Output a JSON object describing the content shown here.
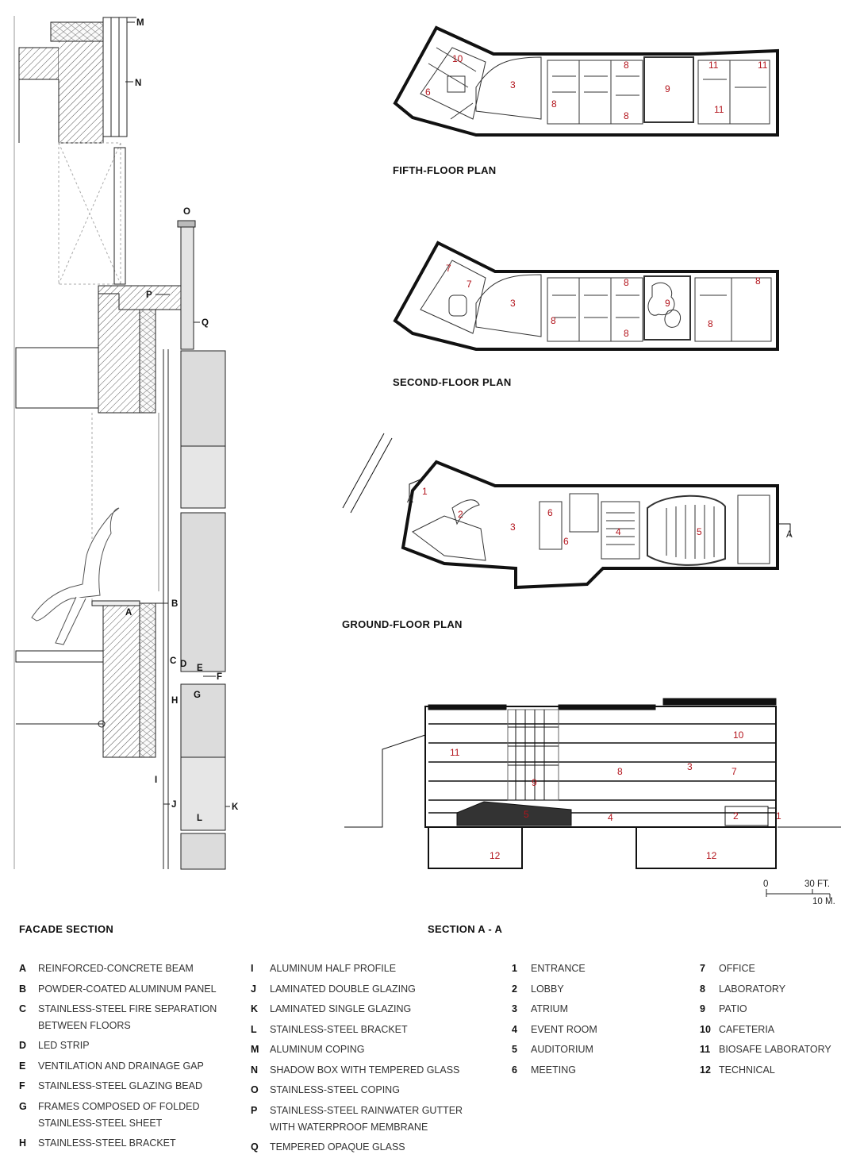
{
  "plans": {
    "fifth": "FIFTH-FLOOR PLAN",
    "second": "SECOND-FLOOR PLAN",
    "ground": "GROUND-FLOOR PLAN"
  },
  "sections": {
    "facade": "FACADE SECTION",
    "aa": "SECTION A - A",
    "cut_marker": "A"
  },
  "scale": {
    "zero": "0",
    "ft": "30 FT.",
    "m": "10 M."
  },
  "facade_legend": [
    {
      "key": "A",
      "text": "REINFORCED-CONCRETE BEAM"
    },
    {
      "key": "B",
      "text": "POWDER-COATED ALUMINUM PANEL"
    },
    {
      "key": "C",
      "text": "STAINLESS-STEEL FIRE SEPARATION BETWEEN FLOORS"
    },
    {
      "key": "D",
      "text": "LED STRIP"
    },
    {
      "key": "E",
      "text": "VENTILATION AND DRAINAGE GAP"
    },
    {
      "key": "F",
      "text": "STAINLESS-STEEL GLAZING BEAD"
    },
    {
      "key": "G",
      "text": "FRAMES COMPOSED OF FOLDED STAINLESS-STEEL SHEET"
    },
    {
      "key": "H",
      "text": "STAINLESS-STEEL BRACKET"
    },
    {
      "key": "I",
      "text": "ALUMINUM HALF PROFILE"
    },
    {
      "key": "J",
      "text": "LAMINATED DOUBLE GLAZING"
    },
    {
      "key": "K",
      "text": "LAMINATED SINGLE GLAZING"
    },
    {
      "key": "L",
      "text": "STAINLESS-STEEL BRACKET"
    },
    {
      "key": "M",
      "text": "ALUMINUM COPING"
    },
    {
      "key": "N",
      "text": "SHADOW BOX WITH TEMPERED GLASS"
    },
    {
      "key": "O",
      "text": "STAINLESS-STEEL COPING"
    },
    {
      "key": "P",
      "text": "STAINLESS-STEEL RAINWATER GUTTER WITH WATERPROOF MEMBRANE"
    },
    {
      "key": "Q",
      "text": "TEMPERED OPAQUE GLASS"
    }
  ],
  "room_legend": [
    {
      "key": "1",
      "text": "ENTRANCE"
    },
    {
      "key": "2",
      "text": "LOBBY"
    },
    {
      "key": "3",
      "text": "ATRIUM"
    },
    {
      "key": "4",
      "text": "EVENT ROOM"
    },
    {
      "key": "5",
      "text": "AUDITORIUM"
    },
    {
      "key": "6",
      "text": "MEETING"
    },
    {
      "key": "7",
      "text": "OFFICE"
    },
    {
      "key": "8",
      "text": "LABORATORY"
    },
    {
      "key": "9",
      "text": "PATIO"
    },
    {
      "key": "10",
      "text": "CAFETERIA"
    },
    {
      "key": "11",
      "text": "BIOSAFE LABORATORY"
    },
    {
      "key": "12",
      "text": "TECHNICAL"
    }
  ],
  "colors": {
    "number_red": "#b3141c",
    "ink": "#111111",
    "glass_grey": "#dcdcdc"
  }
}
